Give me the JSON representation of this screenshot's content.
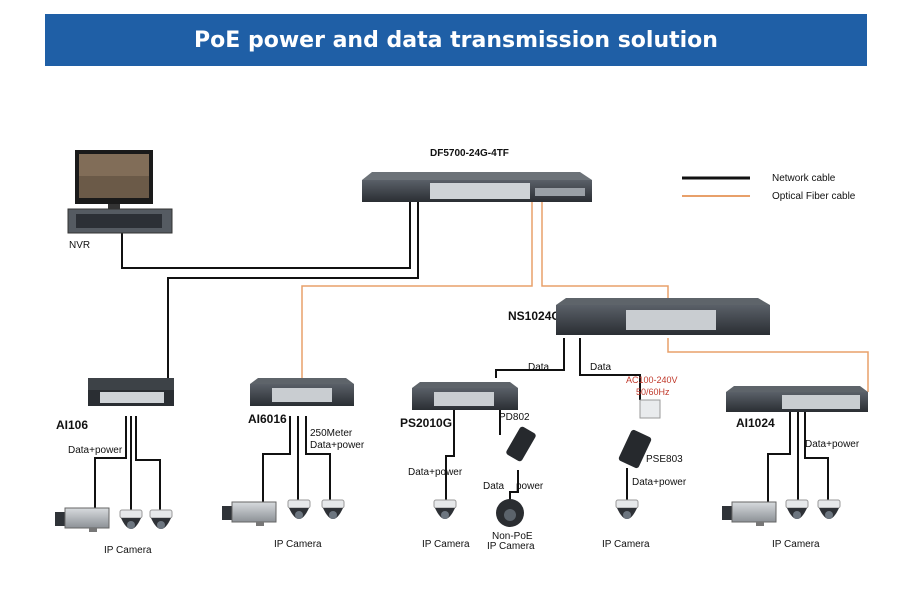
{
  "title": "PoE power and data transmission solution",
  "legend": {
    "network": "Network cable",
    "fiber": "Optical Fiber cable"
  },
  "colors": {
    "banner": "#1f5fa6",
    "network": "#111111",
    "fiber": "#e8a06a",
    "red_label": "#c0392b"
  },
  "devices": {
    "core": "DF5700-24G-4TF",
    "nvr": "NVR",
    "ns": "NS1024G",
    "ai106": "AI106",
    "ai6016": "AI6016",
    "ps2010": "PS2010G",
    "pd802": "PD802",
    "pse803": "PSE803",
    "ai1024": "AI1024"
  },
  "labels": {
    "data_power": "Data+power",
    "data": "Data",
    "power": "power",
    "meter": "250Meter",
    "ac1": "AC100-240V",
    "ac2": "50/60Hz",
    "ip_camera": "IP Camera",
    "nonpoe1": "Non-PoE",
    "nonpoe2": "IP Camera"
  }
}
